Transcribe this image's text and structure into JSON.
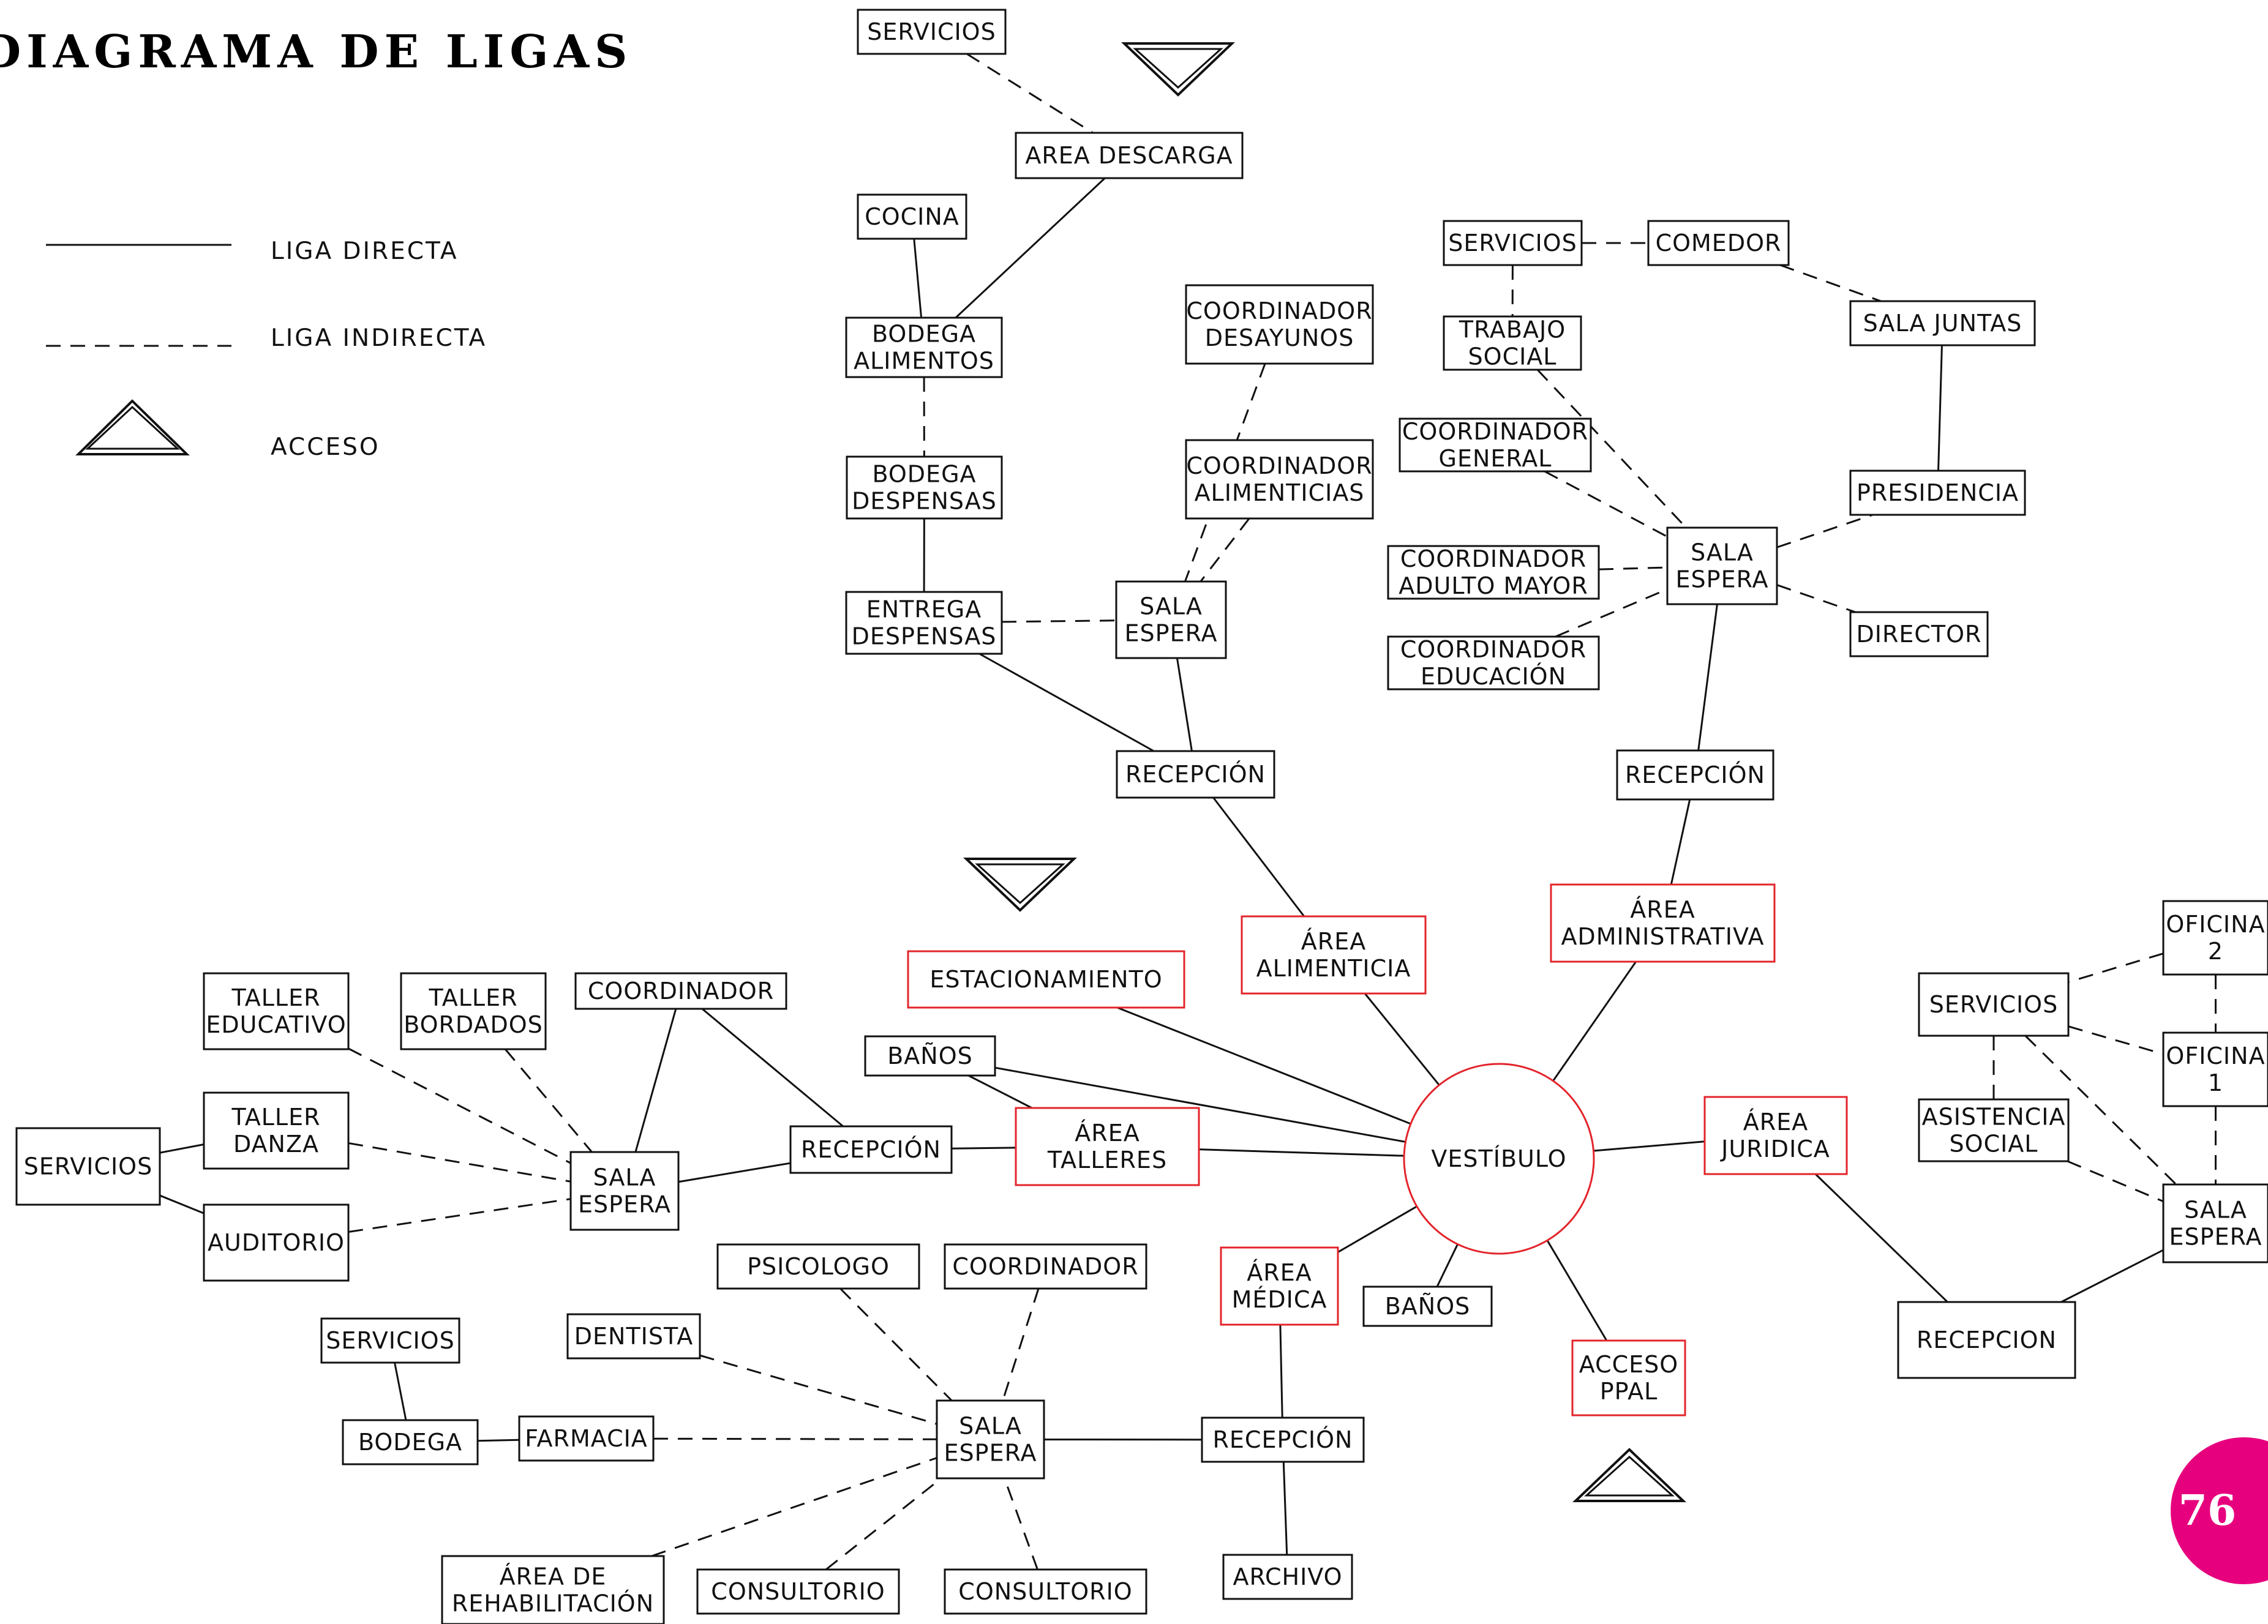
{
  "title": "DIAGRAMA DE LIGAS",
  "page_number": "76",
  "colors": {
    "line": "#111111",
    "highlight": "#e3242b",
    "badge": "#e6007e"
  },
  "legend": [
    {
      "id": "direct",
      "label": "LIGA DIRECTA",
      "style": "solid"
    },
    {
      "id": "indirect",
      "label": "LIGA INDIRECTA",
      "style": "dashed"
    },
    {
      "id": "access",
      "label": "ACCESO",
      "style": "triangle"
    }
  ],
  "nodes": [
    {
      "id": "vestibulo",
      "lines": [
        "VESTÍBULO"
      ],
      "shape": "circle",
      "red": true
    },
    {
      "id": "area_alim",
      "lines": [
        "ÁREA",
        "ALIMENTICIA"
      ],
      "red": true
    },
    {
      "id": "area_admin",
      "lines": [
        "ÁREA",
        "ADMINISTRATIVA"
      ],
      "red": true
    },
    {
      "id": "estac",
      "lines": [
        "ESTACIONAMIENTO"
      ],
      "red": true
    },
    {
      "id": "area_talleres",
      "lines": [
        "ÁREA",
        "TALLERES"
      ],
      "red": true
    },
    {
      "id": "area_jur",
      "lines": [
        "ÁREA",
        "JURIDICA"
      ],
      "red": true
    },
    {
      "id": "area_med",
      "lines": [
        "ÁREA",
        "MÉDICA"
      ],
      "red": true
    },
    {
      "id": "acceso_ppal",
      "lines": [
        "ACCESO",
        "PPAL"
      ],
      "red": true
    },
    {
      "id": "banos_c",
      "lines": [
        "BAÑOS"
      ]
    },
    {
      "id": "banos_m",
      "lines": [
        "BAÑOS"
      ]
    },
    {
      "id": "serv_top",
      "lines": [
        "SERVICIOS"
      ]
    },
    {
      "id": "area_desc",
      "lines": [
        "AREA DESCARGA"
      ]
    },
    {
      "id": "cocina",
      "lines": [
        "COCINA"
      ]
    },
    {
      "id": "bod_alim",
      "lines": [
        "BODEGA",
        "ALIMENTOS"
      ]
    },
    {
      "id": "bod_desp",
      "lines": [
        "BODEGA",
        "DESPENSAS"
      ]
    },
    {
      "id": "ent_desp",
      "lines": [
        "ENTREGA",
        "DESPENSAS"
      ]
    },
    {
      "id": "sala_alim",
      "lines": [
        "SALA",
        "ESPERA"
      ]
    },
    {
      "id": "coord_desay",
      "lines": [
        "COORDINADOR",
        "DESAYUNOS"
      ]
    },
    {
      "id": "coord_alim",
      "lines": [
        "COORDINADOR",
        "ALIMENTICIAS"
      ]
    },
    {
      "id": "recep_alim",
      "lines": [
        "RECEPCIÓN"
      ]
    },
    {
      "id": "serv_admin",
      "lines": [
        "SERVICIOS"
      ]
    },
    {
      "id": "comedor",
      "lines": [
        "COMEDOR"
      ]
    },
    {
      "id": "sala_juntas",
      "lines": [
        "SALA JUNTAS"
      ]
    },
    {
      "id": "trabajo_social",
      "lines": [
        "TRABAJO",
        "SOCIAL"
      ]
    },
    {
      "id": "coord_gen",
      "lines": [
        "COORDINADOR",
        "GENERAL"
      ]
    },
    {
      "id": "coord_adulto",
      "lines": [
        "COORDINADOR",
        "ADULTO MAYOR"
      ]
    },
    {
      "id": "coord_educ",
      "lines": [
        "COORDINADOR",
        "EDUCACIÓN"
      ]
    },
    {
      "id": "sala_admin",
      "lines": [
        "SALA",
        "ESPERA"
      ]
    },
    {
      "id": "presidencia",
      "lines": [
        "PRESIDENCIA"
      ]
    },
    {
      "id": "director",
      "lines": [
        "DIRECTOR"
      ]
    },
    {
      "id": "recep_admin",
      "lines": [
        "RECEPCIÓN"
      ]
    },
    {
      "id": "taller_educ",
      "lines": [
        "TALLER",
        "EDUCATIVO"
      ]
    },
    {
      "id": "taller_bord",
      "lines": [
        "TALLER",
        "BORDADOS"
      ]
    },
    {
      "id": "coord_tall",
      "lines": [
        "COORDINADOR"
      ]
    },
    {
      "id": "taller_danza",
      "lines": [
        "TALLER",
        "DANZA"
      ]
    },
    {
      "id": "serv_tall",
      "lines": [
        "SERVICIOS"
      ]
    },
    {
      "id": "auditorio",
      "lines": [
        "AUDITORIO"
      ]
    },
    {
      "id": "sala_tall",
      "lines": [
        "SALA",
        "ESPERA"
      ]
    },
    {
      "id": "recep_tall",
      "lines": [
        "RECEPCIÓN"
      ]
    },
    {
      "id": "psicologo",
      "lines": [
        "PSICOLOGO"
      ]
    },
    {
      "id": "coord_med",
      "lines": [
        "COORDINADOR"
      ]
    },
    {
      "id": "dentista",
      "lines": [
        "DENTISTA"
      ]
    },
    {
      "id": "serv_med",
      "lines": [
        "SERVICIOS"
      ]
    },
    {
      "id": "bodega_med",
      "lines": [
        "BODEGA"
      ]
    },
    {
      "id": "farmacia",
      "lines": [
        "FARMACIA"
      ]
    },
    {
      "id": "sala_med",
      "lines": [
        "SALA",
        "ESPERA"
      ]
    },
    {
      "id": "recep_med",
      "lines": [
        "RECEPCIÓN"
      ]
    },
    {
      "id": "area_rehab",
      "lines": [
        "ÁREA DE",
        "REHABILITACIÓN"
      ]
    },
    {
      "id": "consult1",
      "lines": [
        "CONSULTORIO"
      ]
    },
    {
      "id": "consult2",
      "lines": [
        "CONSULTORIO"
      ]
    },
    {
      "id": "archivo",
      "lines": [
        "ARCHIVO"
      ]
    },
    {
      "id": "oficina2",
      "lines": [
        "OFICINA",
        "2"
      ]
    },
    {
      "id": "serv_jur",
      "lines": [
        "SERVICIOS"
      ]
    },
    {
      "id": "oficina1",
      "lines": [
        "OFICINA",
        "1"
      ]
    },
    {
      "id": "asist_social",
      "lines": [
        "ASISTENCIA",
        "SOCIAL"
      ]
    },
    {
      "id": "sala_jur",
      "lines": [
        "SALA",
        "ESPERA"
      ]
    },
    {
      "id": "recep_jur",
      "lines": [
        "RECEPCION"
      ]
    }
  ],
  "links": [
    {
      "from": "area_alim",
      "to": "vestibulo",
      "type": "direct"
    },
    {
      "from": "area_admin",
      "to": "vestibulo",
      "type": "direct"
    },
    {
      "from": "estac",
      "to": "vestibulo",
      "type": "direct"
    },
    {
      "from": "banos_c",
      "to": "vestibulo",
      "type": "direct"
    },
    {
      "from": "banos_c",
      "to": "area_talleres",
      "type": "direct"
    },
    {
      "from": "area_talleres",
      "to": "vestibulo",
      "type": "direct"
    },
    {
      "from": "area_jur",
      "to": "vestibulo",
      "type": "direct"
    },
    {
      "from": "area_med",
      "to": "vestibulo",
      "type": "direct"
    },
    {
      "from": "banos_m",
      "to": "vestibulo",
      "type": "direct"
    },
    {
      "from": "acceso_ppal",
      "to": "vestibulo",
      "type": "direct"
    },
    {
      "from": "area_med",
      "to": "recep_med",
      "type": "direct"
    },
    {
      "from": "serv_top",
      "to": "area_desc",
      "type": "indirect"
    },
    {
      "from": "area_desc",
      "to": "bod_alim",
      "type": "direct"
    },
    {
      "from": "cocina",
      "to": "bod_alim",
      "type": "direct"
    },
    {
      "from": "bod_alim",
      "to": "bod_desp",
      "type": "indirect"
    },
    {
      "from": "bod_desp",
      "to": "ent_desp",
      "type": "direct"
    },
    {
      "from": "ent_desp",
      "to": "sala_alim",
      "type": "indirect"
    },
    {
      "from": "ent_desp",
      "to": "recep_alim",
      "type": "direct"
    },
    {
      "from": "coord_desay",
      "to": "sala_alim",
      "type": "indirect"
    },
    {
      "from": "coord_alim",
      "to": "sala_alim",
      "type": "indirect"
    },
    {
      "from": "sala_alim",
      "to": "recep_alim",
      "type": "direct"
    },
    {
      "from": "recep_alim",
      "to": "area_alim",
      "type": "direct"
    },
    {
      "from": "serv_admin",
      "to": "comedor",
      "type": "indirect"
    },
    {
      "from": "serv_admin",
      "to": "trabajo_social",
      "type": "indirect"
    },
    {
      "from": "comedor",
      "to": "sala_juntas",
      "type": "indirect"
    },
    {
      "from": "sala_juntas",
      "to": "presidencia",
      "type": "direct"
    },
    {
      "from": "trabajo_social",
      "to": "sala_admin",
      "type": "indirect"
    },
    {
      "from": "coord_gen",
      "to": "sala_admin",
      "type": "indirect"
    },
    {
      "from": "coord_adulto",
      "to": "sala_admin",
      "type": "indirect"
    },
    {
      "from": "coord_educ",
      "to": "sala_admin",
      "type": "indirect"
    },
    {
      "from": "sala_admin",
      "to": "presidencia",
      "type": "indirect"
    },
    {
      "from": "sala_admin",
      "to": "director",
      "type": "indirect"
    },
    {
      "from": "sala_admin",
      "to": "recep_admin",
      "type": "direct"
    },
    {
      "from": "recep_admin",
      "to": "area_admin",
      "type": "direct"
    },
    {
      "from": "taller_educ",
      "to": "sala_tall",
      "type": "indirect"
    },
    {
      "from": "taller_bord",
      "to": "sala_tall",
      "type": "indirect"
    },
    {
      "from": "coord_tall",
      "to": "sala_tall",
      "type": "direct"
    },
    {
      "from": "coord_tall",
      "to": "recep_tall",
      "type": "direct"
    },
    {
      "from": "taller_danza",
      "to": "sala_tall",
      "type": "indirect"
    },
    {
      "from": "auditorio",
      "to": "sala_tall",
      "type": "indirect"
    },
    {
      "from": "serv_tall",
      "to": "taller_danza",
      "type": "direct"
    },
    {
      "from": "serv_tall",
      "to": "auditorio",
      "type": "direct"
    },
    {
      "from": "sala_tall",
      "to": "recep_tall",
      "type": "direct"
    },
    {
      "from": "recep_tall",
      "to": "area_talleres",
      "type": "direct"
    },
    {
      "from": "psicologo",
      "to": "sala_med",
      "type": "indirect"
    },
    {
      "from": "coord_med",
      "to": "sala_med",
      "type": "indirect"
    },
    {
      "from": "dentista",
      "to": "sala_med",
      "type": "indirect"
    },
    {
      "from": "serv_med",
      "to": "bodega_med",
      "type": "direct"
    },
    {
      "from": "bodega_med",
      "to": "farmacia",
      "type": "direct"
    },
    {
      "from": "farmacia",
      "to": "sala_med",
      "type": "indirect"
    },
    {
      "from": "area_rehab",
      "to": "sala_med",
      "type": "indirect"
    },
    {
      "from": "consult1",
      "to": "sala_med",
      "type": "indirect"
    },
    {
      "from": "consult2",
      "to": "sala_med",
      "type": "indirect"
    },
    {
      "from": "sala_med",
      "to": "recep_med",
      "type": "direct"
    },
    {
      "from": "recep_med",
      "to": "archivo",
      "type": "direct"
    },
    {
      "from": "oficina2",
      "to": "serv_jur",
      "type": "indirect"
    },
    {
      "from": "oficina2",
      "to": "oficina1",
      "type": "indirect"
    },
    {
      "from": "serv_jur",
      "to": "oficina1",
      "type": "indirect"
    },
    {
      "from": "serv_jur",
      "to": "asist_social",
      "type": "indirect"
    },
    {
      "from": "serv_jur",
      "to": "sala_jur",
      "type": "indirect"
    },
    {
      "from": "oficina1",
      "to": "sala_jur",
      "type": "indirect"
    },
    {
      "from": "asist_social",
      "to": "sala_jur",
      "type": "indirect"
    },
    {
      "from": "sala_jur",
      "to": "recep_jur",
      "type": "direct"
    },
    {
      "from": "recep_jur",
      "to": "area_jur",
      "type": "direct"
    }
  ],
  "access_markers": [
    {
      "id": "access-top",
      "dir": "down"
    },
    {
      "id": "access-mid",
      "dir": "down"
    },
    {
      "id": "access-bottom",
      "dir": "up"
    }
  ]
}
